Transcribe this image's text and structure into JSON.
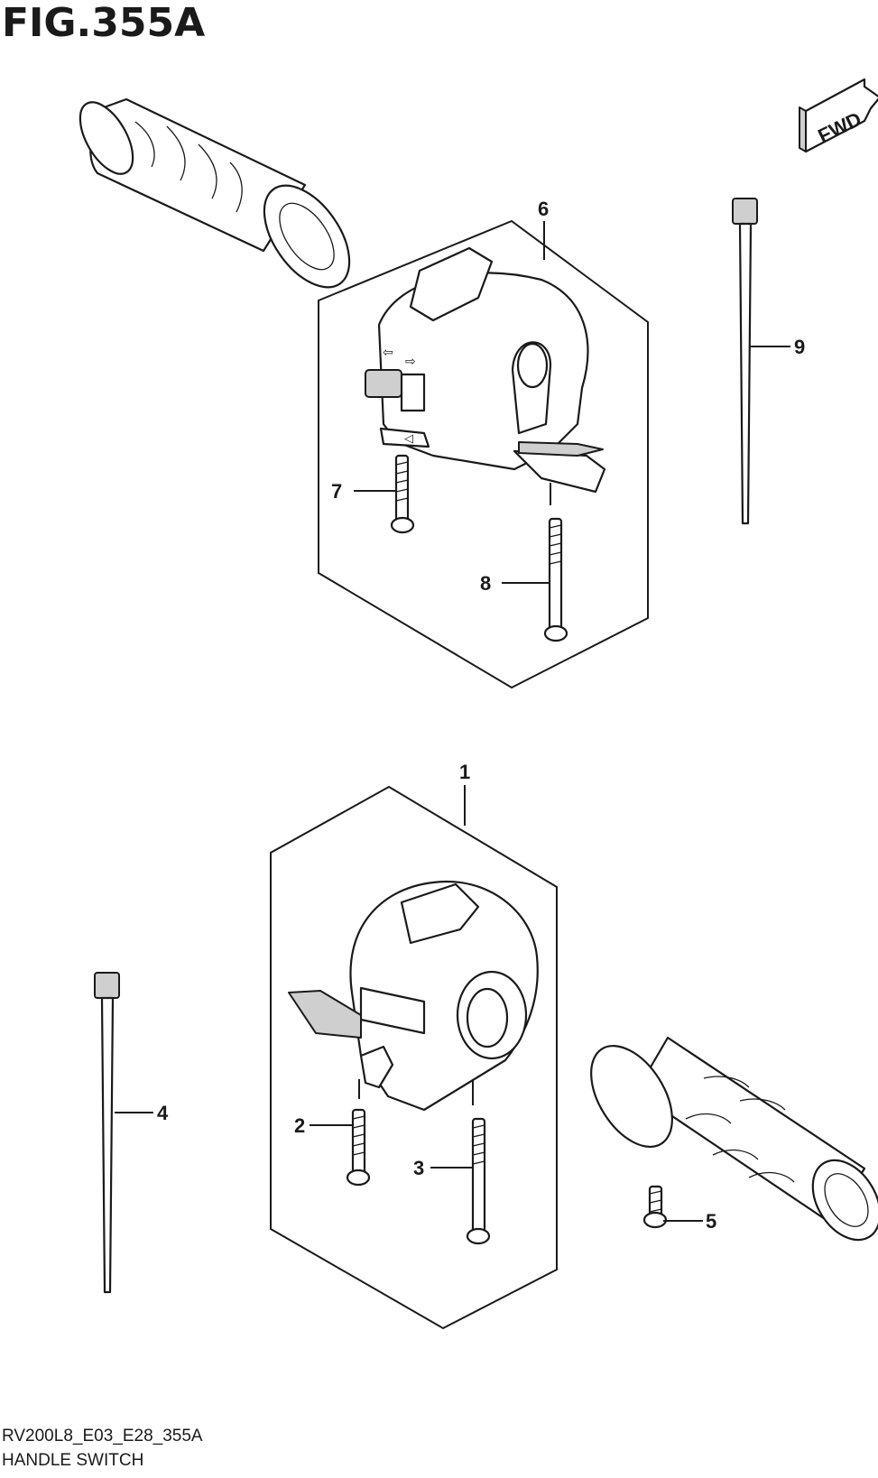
{
  "figure": {
    "title": "FIG.355A",
    "code": "RV200L8_E03_E28_355A",
    "name": "HANDLE SWITCH",
    "direction_badge": "FWD"
  },
  "callouts": [
    {
      "id": "c1",
      "label": "1",
      "part": "handle-switch-right-assembly"
    },
    {
      "id": "c2",
      "label": "2",
      "part": "screw"
    },
    {
      "id": "c3",
      "label": "3",
      "part": "screw-long"
    },
    {
      "id": "c4",
      "label": "4",
      "part": "cable-tie"
    },
    {
      "id": "c5",
      "label": "5",
      "part": "screw-small"
    },
    {
      "id": "c6",
      "label": "6",
      "part": "handle-switch-left-assembly"
    },
    {
      "id": "c7",
      "label": "7",
      "part": "screw"
    },
    {
      "id": "c8",
      "label": "8",
      "part": "screw-long"
    },
    {
      "id": "c9",
      "label": "9",
      "part": "cable-tie"
    }
  ]
}
